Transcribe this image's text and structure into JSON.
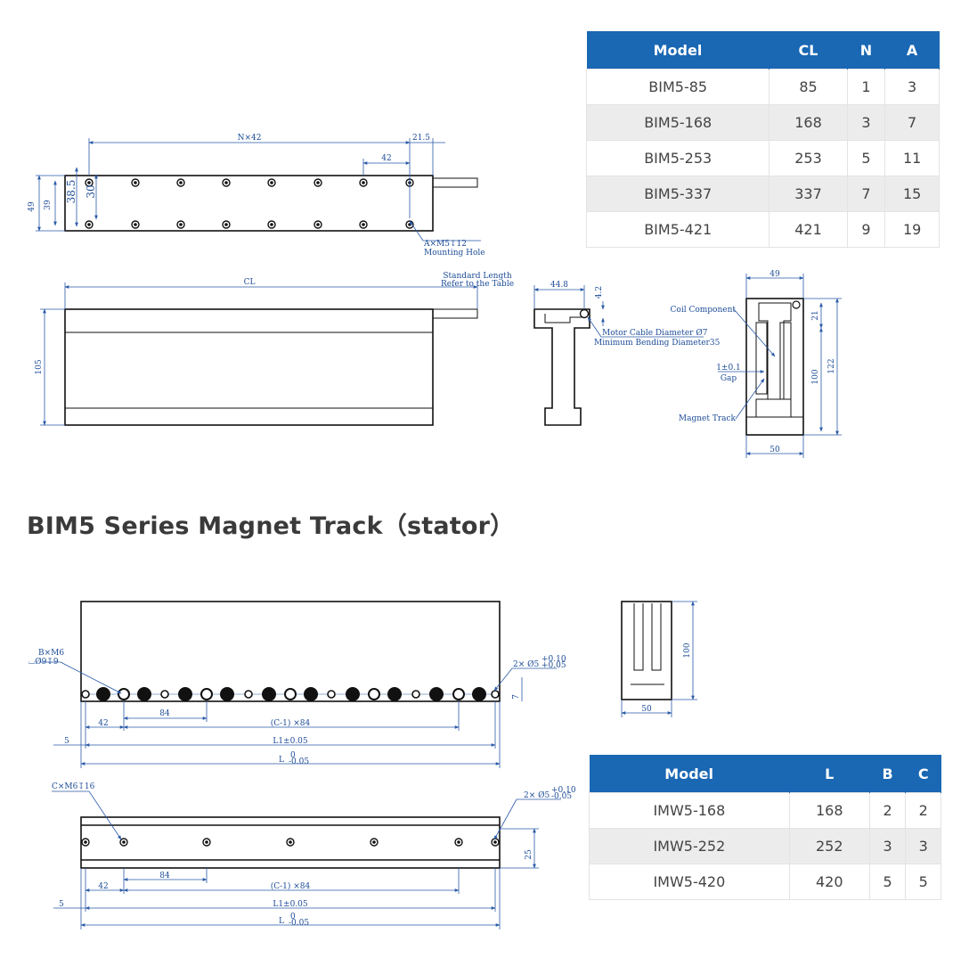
{
  "page": {
    "section_title": "BIM5 Series Magnet Track（stator）"
  },
  "coil_drawing": {
    "n_pitch": "N×42",
    "dim_21_5": "21.5",
    "dim_42": "42",
    "dim_49": "49",
    "dim_39": "39",
    "dim_38_5": "38.5",
    "dim_30": "30",
    "hole_spec": "A×M5↧12",
    "hole_label": "Mounting Hole",
    "cl": "CL",
    "standard_length": "Standard Length",
    "refer_table": "Refer to the Table",
    "dim_105": "105",
    "dim_44_8": "44.8",
    "dim_4_2": "4.2",
    "cable_diameter": "Motor Cable Diameter Ø7",
    "bending_diameter": "Minimum Bending Diameter35",
    "side_49": "49",
    "coil_component": "Coil Component",
    "gap_value": "1±0.1",
    "gap_label": "Gap",
    "magnet_track": "Magnet Track",
    "dim_21": "21",
    "dim_100": "100",
    "dim_122": "122",
    "dim_50": "50"
  },
  "track_drawing": {
    "b_spec": "B×M6",
    "b_cbore": "⌴Ø9↧9",
    "pin_spec": "2× Ø5",
    "tol_plus": "+0.10",
    "tol_minus": "+0.05",
    "dim_7": "7",
    "dim_84": "84",
    "dim_42": "42",
    "c_pitch": "(C-1) ×84",
    "dim_5": "5",
    "l1": "L1±0.05",
    "l": "L",
    "l_tol_upper": "0",
    "l_tol_lower": "-0.05",
    "c_spec": "C×M6↧16",
    "pin_tol_minus": "-0.05",
    "dim_25": "25",
    "side_100": "100",
    "side_50": "50"
  },
  "coil_table": {
    "headers": [
      "Model",
      "CL",
      "N",
      "A"
    ],
    "rows": [
      [
        "BIM5-85",
        "85",
        "1",
        "3"
      ],
      [
        "BIM5-168",
        "168",
        "3",
        "7"
      ],
      [
        "BIM5-253",
        "253",
        "5",
        "11"
      ],
      [
        "BIM5-337",
        "337",
        "7",
        "15"
      ],
      [
        "BIM5-421",
        "421",
        "9",
        "19"
      ]
    ]
  },
  "track_table": {
    "headers": [
      "Model",
      "L",
      "B",
      "C"
    ],
    "rows": [
      [
        "IMW5-168",
        "168",
        "2",
        "2"
      ],
      [
        "IMW5-252",
        "252",
        "3",
        "3"
      ],
      [
        "IMW5-420",
        "420",
        "5",
        "5"
      ]
    ]
  }
}
